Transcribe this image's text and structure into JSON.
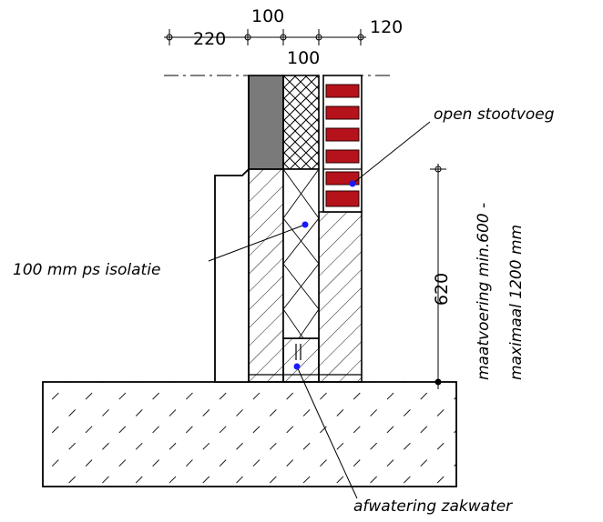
{
  "title": "",
  "dimensions": {
    "top_left": "220",
    "top_middle": "100",
    "top_right": "120",
    "top_second_row": "100",
    "height": "620"
  },
  "labels": {
    "open_joint": "open stootvoeg",
    "insulation": "100 mm ps isolatie",
    "drainage": "afwatering zakwater",
    "spacing_note_line1": "maatvoering min.600 -",
    "spacing_note_line2": "maximaal 1200 mm"
  },
  "colors": {
    "brick": "#b5121b",
    "brick_joint": "#2a0000",
    "grey_panel": "#7a7a7a",
    "marker": "#1a1aff",
    "line": "#000000"
  }
}
